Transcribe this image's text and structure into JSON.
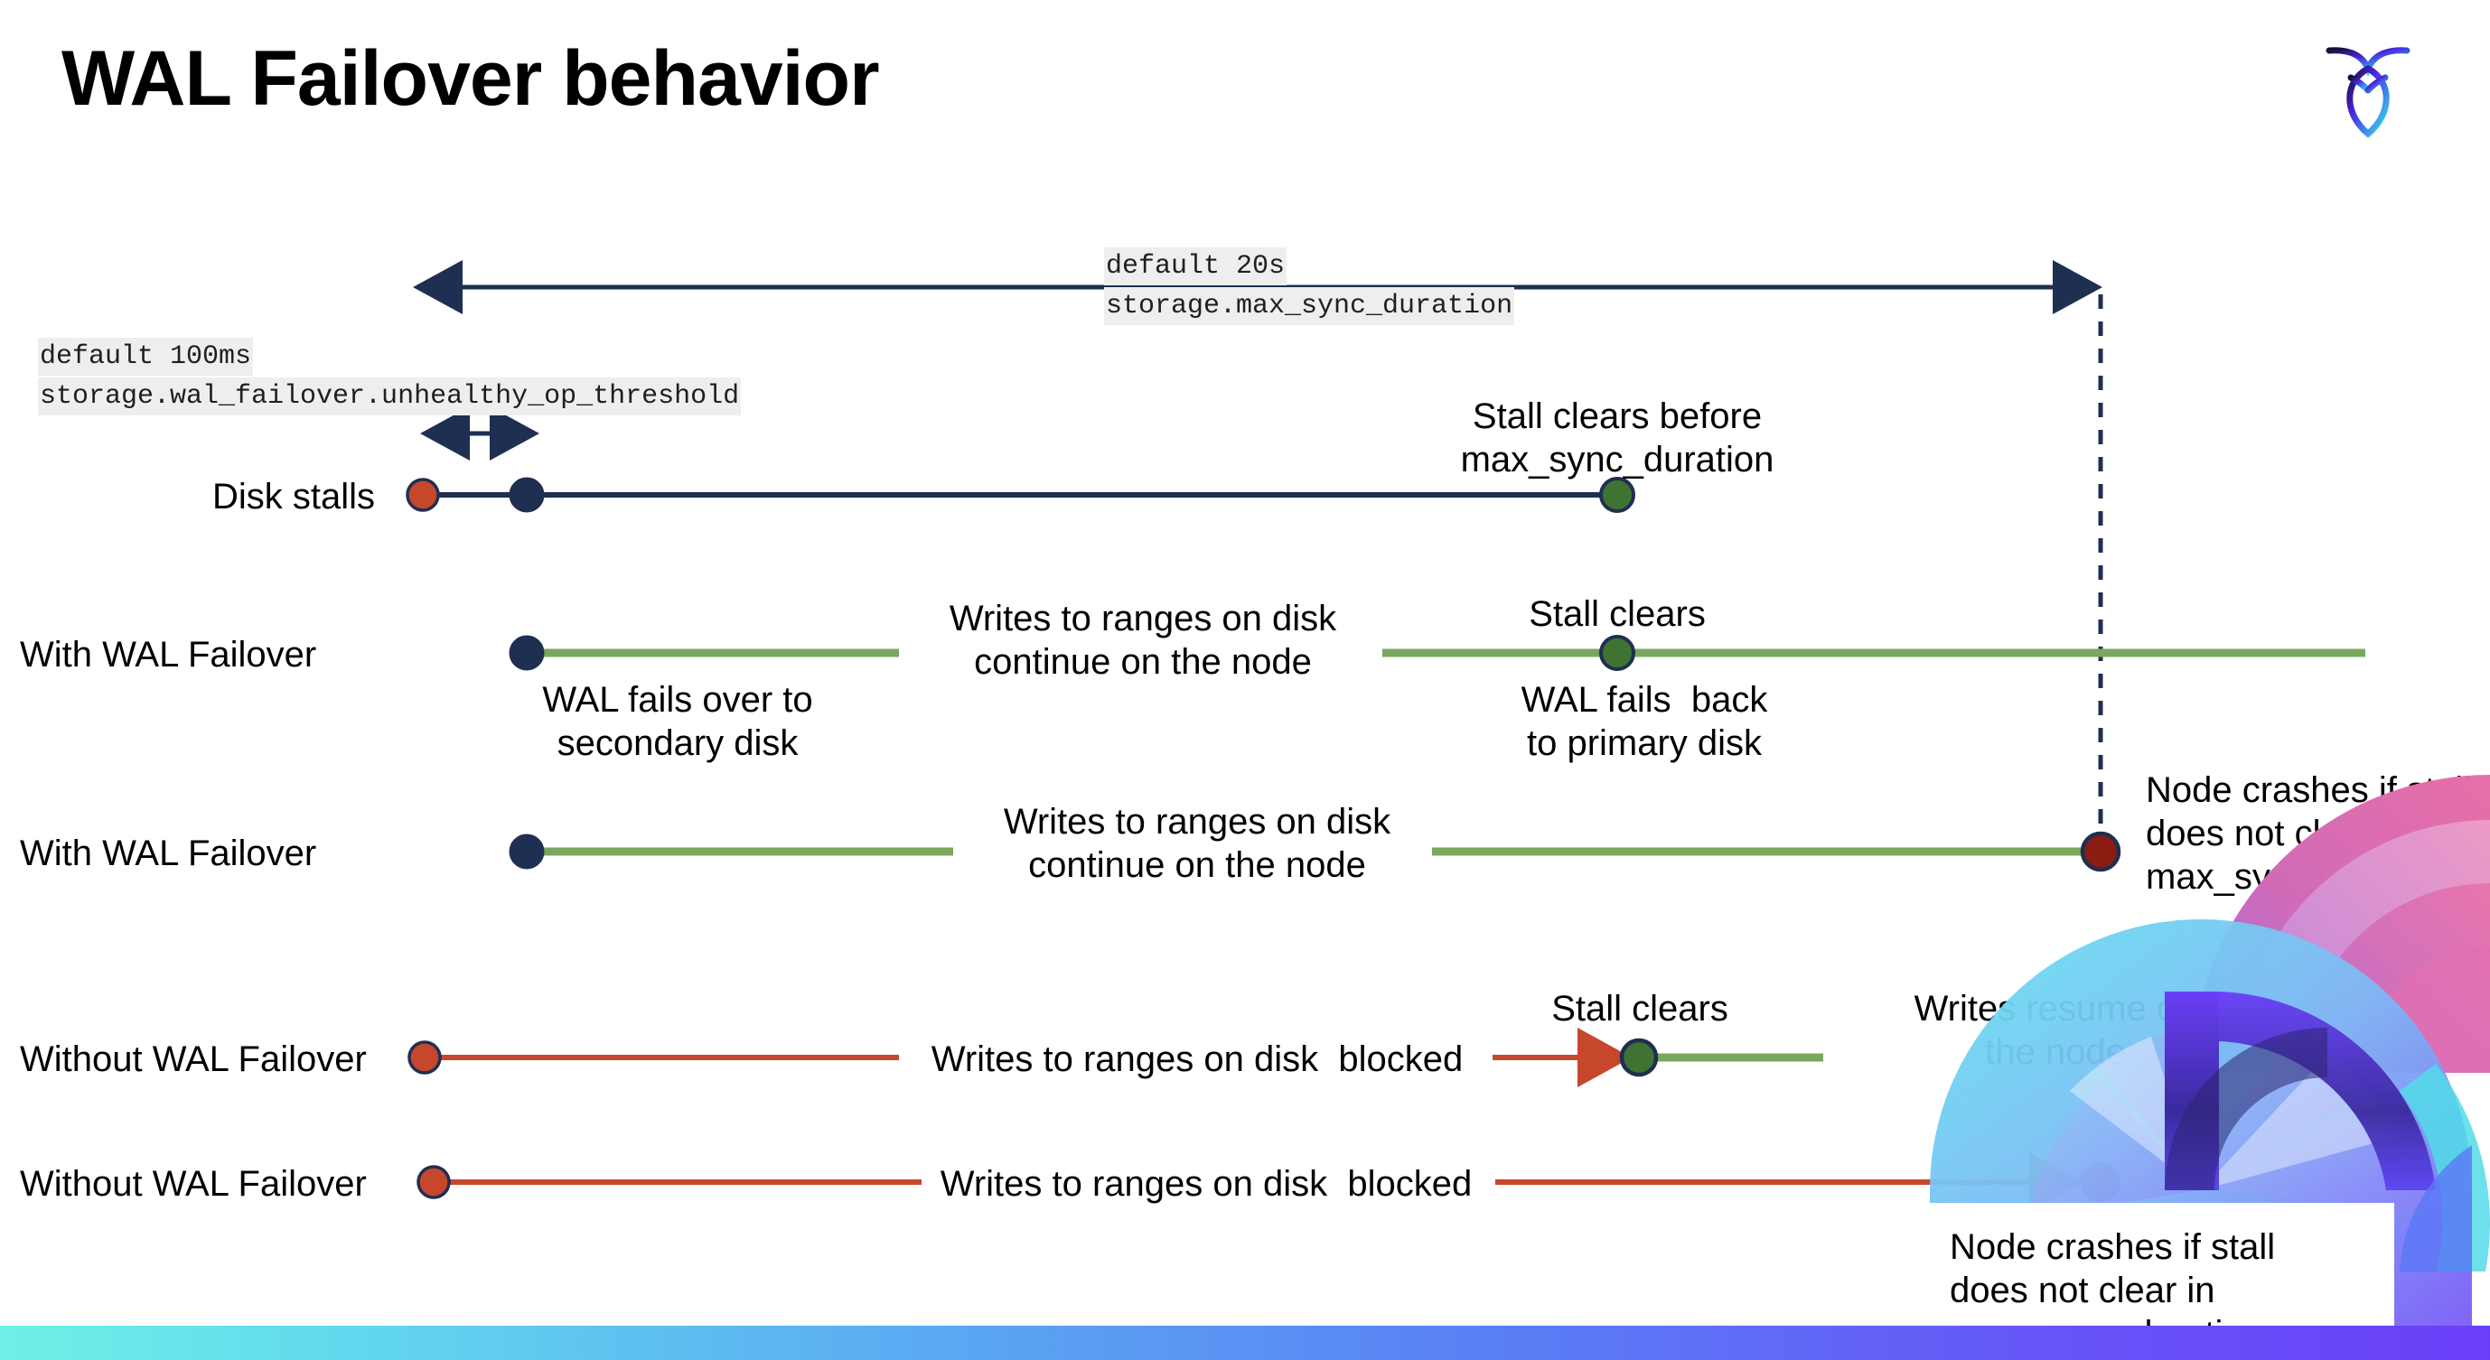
{
  "title": "WAL Failover behavior",
  "logo": {
    "name": "cockroachdb-logo"
  },
  "annotations": {
    "max_sync_default": "default 20s",
    "max_sync_setting": "storage.max_sync_duration",
    "unhealthy_default": "default 100ms",
    "unhealthy_setting": "storage.wal_failover.unhealthy_op_threshold"
  },
  "rows": [
    {
      "id": "disk-stalls",
      "label": "Disk stalls",
      "note_right_line1": "Stall clears before",
      "note_right_line2": "max_sync_duration"
    },
    {
      "id": "with-wal-failover-1",
      "label": "With WAL Failover",
      "note_mid_line1": "Writes to ranges on disk",
      "note_mid_line2": "continue on the node",
      "note_below_line1": "WAL fails over to",
      "note_below_line2": "secondary disk",
      "note_top": "Stall clears",
      "note_below2_line1": "WAL fails  back",
      "note_below2_line2": "to primary disk"
    },
    {
      "id": "with-wal-failover-2",
      "label": "With WAL Failover",
      "note_mid_line1": "Writes to ranges on disk",
      "note_mid_line2": "continue on the node",
      "crash_line1": "Node crashes if stall",
      "crash_line2": "does not clear in",
      "crash_line3": "max_sync_duration"
    },
    {
      "id": "without-wal-failover-1",
      "label": "Without WAL Failover",
      "note_mid": "Writes to ranges on disk  blocked",
      "note_top": "Stall clears",
      "note_right_line1": "Writes resume on",
      "note_right_line2": "the node"
    },
    {
      "id": "without-wal-failover-2",
      "label": "Without WAL Failover",
      "note_mid": "Writes to ranges on disk  blocked",
      "crash_line1": "Node crashes if stall",
      "crash_line2": "does not clear in",
      "crash_line3": "max_sync_duration"
    }
  ],
  "colors": {
    "navy": "#1f2f52",
    "green_line": "#7aa75d",
    "green_dot": "#3f7331",
    "orange": "#c6472c",
    "dark_red": "#8a1c12",
    "chip_bg": "#eeeeee",
    "bar_start": "#6ff0e6",
    "bar_end": "#6a3ff8"
  }
}
